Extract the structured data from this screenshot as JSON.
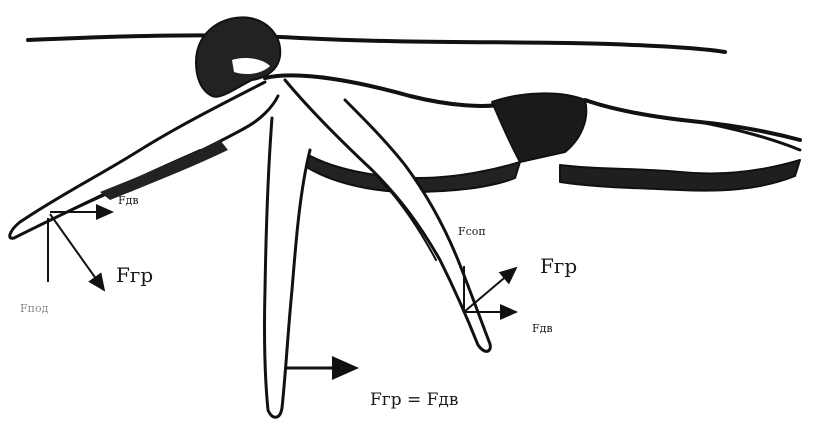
{
  "figure": {
    "labels": {
      "left_hand_drive": "Fдв",
      "left_hand_drag": "Fгр",
      "left_hand_lift": "Fпод",
      "right_hand_support": "Fсоп",
      "right_hand_drag": "Fгр",
      "right_hand_drive": "Fдв",
      "center_equation": "Fгр = Fдв"
    }
  }
}
